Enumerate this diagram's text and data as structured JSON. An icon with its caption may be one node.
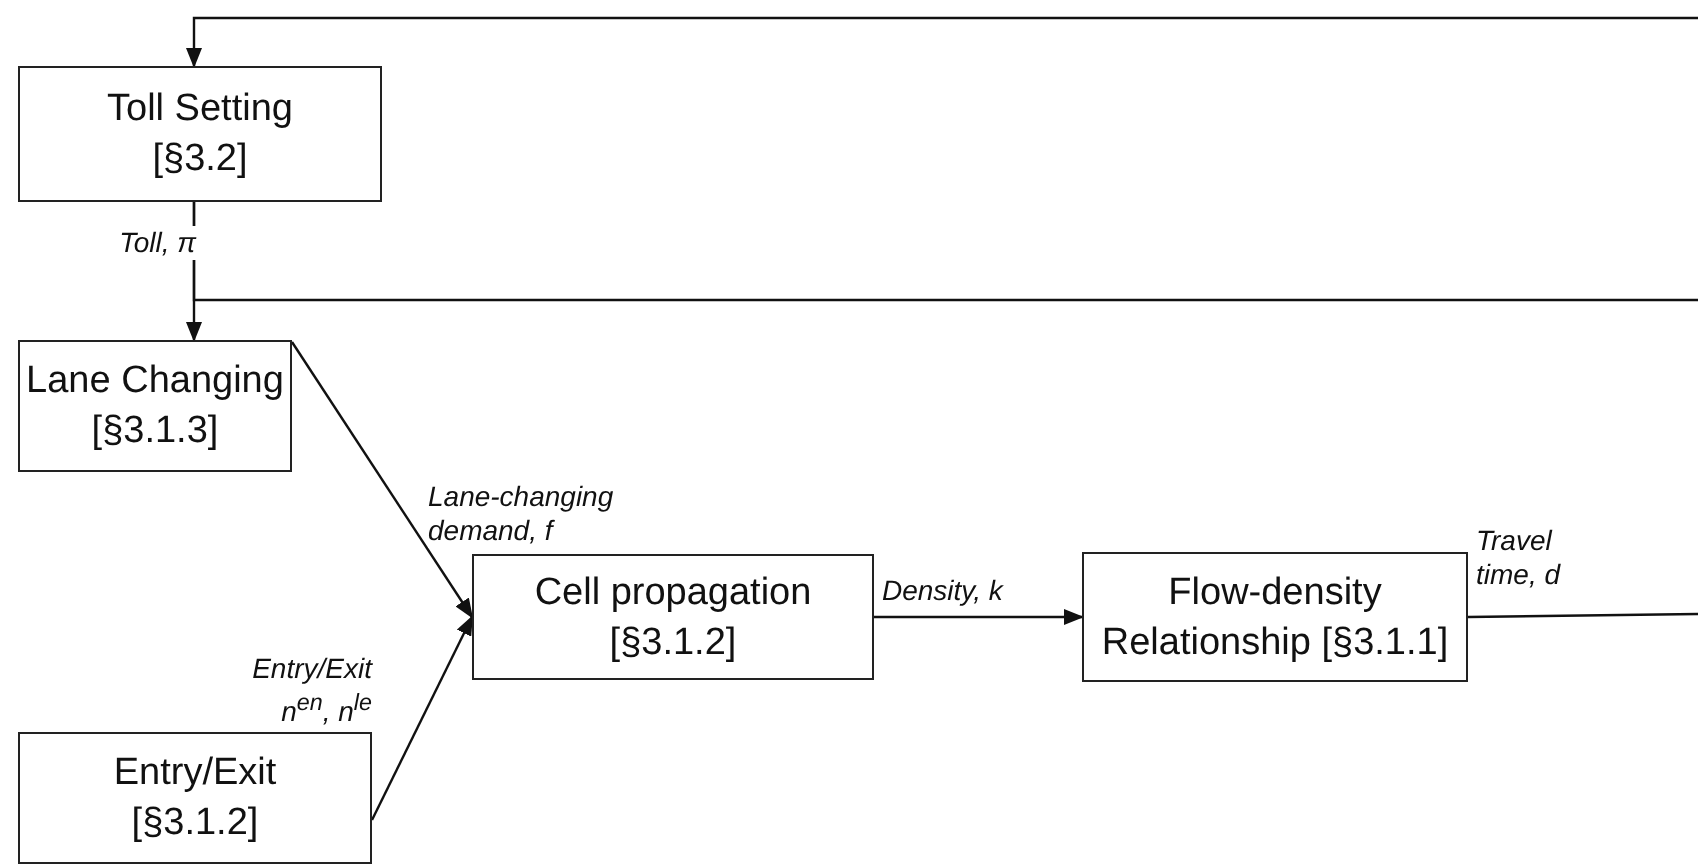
{
  "diagram": {
    "nodes": [
      {
        "text": [
          "Toll Setting",
          "[§3.2]"
        ]
      },
      {
        "text": [
          "Lane Changing",
          "[§3.1.3]"
        ]
      },
      {
        "text": [
          "Cell propagation",
          "[§3.1.2]"
        ]
      },
      {
        "text": [
          "Flow-density",
          "Relationship [§3.1.1]"
        ]
      },
      {
        "text": [
          "Entry/Exit",
          "[§3.1.2]"
        ]
      }
    ],
    "edges": [
      {
        "from": 0,
        "to": 1,
        "arrow": "to",
        "label": "Toll, π"
      },
      {
        "from": 0,
        "to": null,
        "arrow": "none"
      },
      {
        "from": null,
        "to": 0,
        "arrow": "to"
      },
      {
        "from": 1,
        "to": 2,
        "arrow": "to",
        "label": "Lane-changing demand, f"
      },
      {
        "from": 4,
        "to": 2,
        "arrow": "to",
        "label": "Entry/Exit n$^{en}$, n$^{le}$"
      },
      {
        "from": 2,
        "to": 3,
        "arrow": "to",
        "label": "Density, k"
      },
      {
        "from": 3,
        "to": null,
        "arrow": "none",
        "label": "Travel time, d"
      }
    ]
  }
}
